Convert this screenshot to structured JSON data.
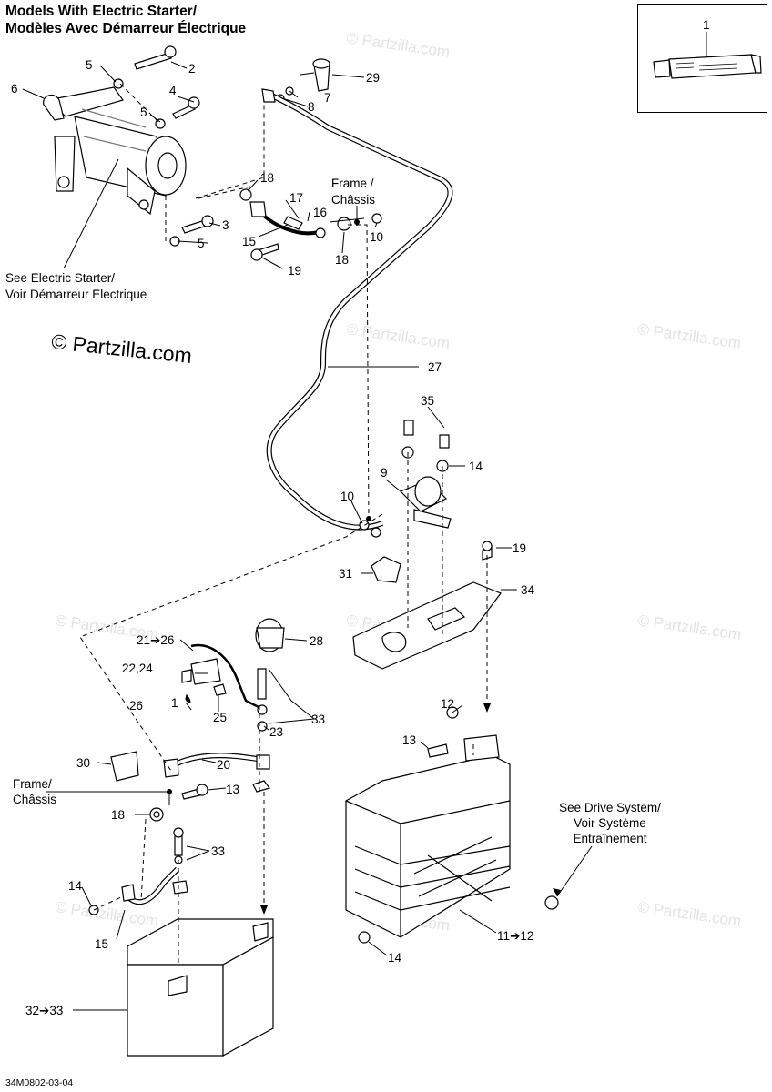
{
  "title": {
    "line1": "Models With Electric Starter/",
    "line2": "Modèles Avec Démarreur Électrique"
  },
  "watermark": {
    "text": "© Partzilla.com",
    "copyright": "© Partzilla.com"
  },
  "notes": {
    "electric_starter_1": "See Electric Starter/",
    "electric_starter_2": "Voir Démarreur Electrique",
    "frame_top_1": "Frame /",
    "frame_top_2": "Châssis",
    "frame_left_1": "Frame/",
    "frame_left_2": "Châssis",
    "drive_1": "See Drive System/",
    "drive_2": "Voir Système",
    "drive_3": "Entraînement"
  },
  "callouts": {
    "c1": "1",
    "c2": "2",
    "c3": "3",
    "c4": "4",
    "c5a": "5",
    "c5b": "5",
    "c5c": "5",
    "c6": "6",
    "c7": "7",
    "c8": "8",
    "c9": "9",
    "c10a": "10",
    "c10b": "10",
    "c12": "12",
    "c13a": "13",
    "c13b": "13",
    "c14a": "14",
    "c14b": "14",
    "c14c": "14",
    "c15a": "15",
    "c15b": "15",
    "c16": "16",
    "c17": "17",
    "c18a": "18",
    "c18b": "18",
    "c18c": "18",
    "c19a": "19",
    "c19b": "19",
    "c20": "20",
    "c21_26": "21➔26",
    "c22_24": "22,24",
    "c23": "23",
    "c25": "25",
    "c26": "26",
    "c1b": "1",
    "c27": "27",
    "c28": "28",
    "c29": "29",
    "c30": "30",
    "c31": "31",
    "c32_33": "32➔33",
    "c33a": "33",
    "c33b": "33",
    "c34": "34",
    "c35": "35",
    "c11_12": "11➔12"
  },
  "drawing_code": "34M0802-03-04"
}
